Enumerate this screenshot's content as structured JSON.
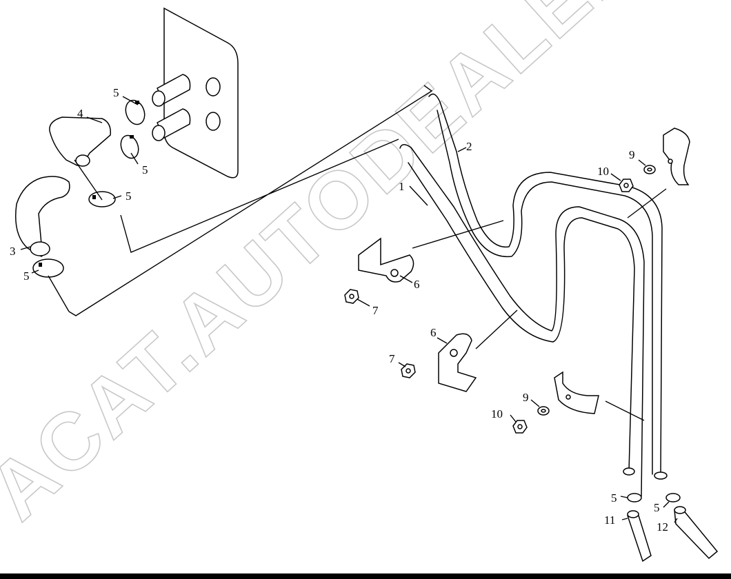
{
  "watermark": "ACAT.AUTODEALER.RU",
  "labels": {
    "l1": "1",
    "l2": "2",
    "l3": "3",
    "l4": "4",
    "l5a": "5",
    "l5b": "5",
    "l5c": "5",
    "l5d": "5",
    "l5e": "5",
    "l5f": "5",
    "l6a": "6",
    "l6b": "6",
    "l7a": "7",
    "l7b": "7",
    "l9a": "9",
    "l9b": "9",
    "l10a": "10",
    "l10b": "10",
    "l11": "11",
    "l12": "12"
  }
}
